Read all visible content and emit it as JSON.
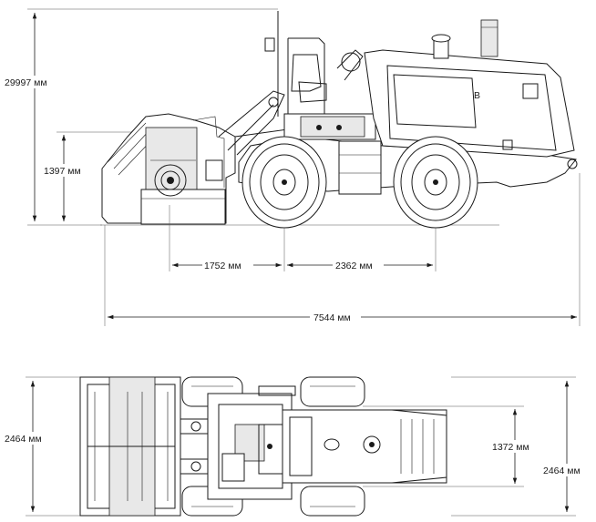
{
  "dimensions": {
    "overall_height": "29997 мм",
    "drum_height": "1397 мм",
    "drum_to_front_axle": "1752 мм",
    "wheelbase": "2362 мм",
    "overall_length": "7544 мм",
    "overall_width_left": "2464 мм",
    "track_width": "1372 мм",
    "overall_width_right": "2464 мм"
  }
}
